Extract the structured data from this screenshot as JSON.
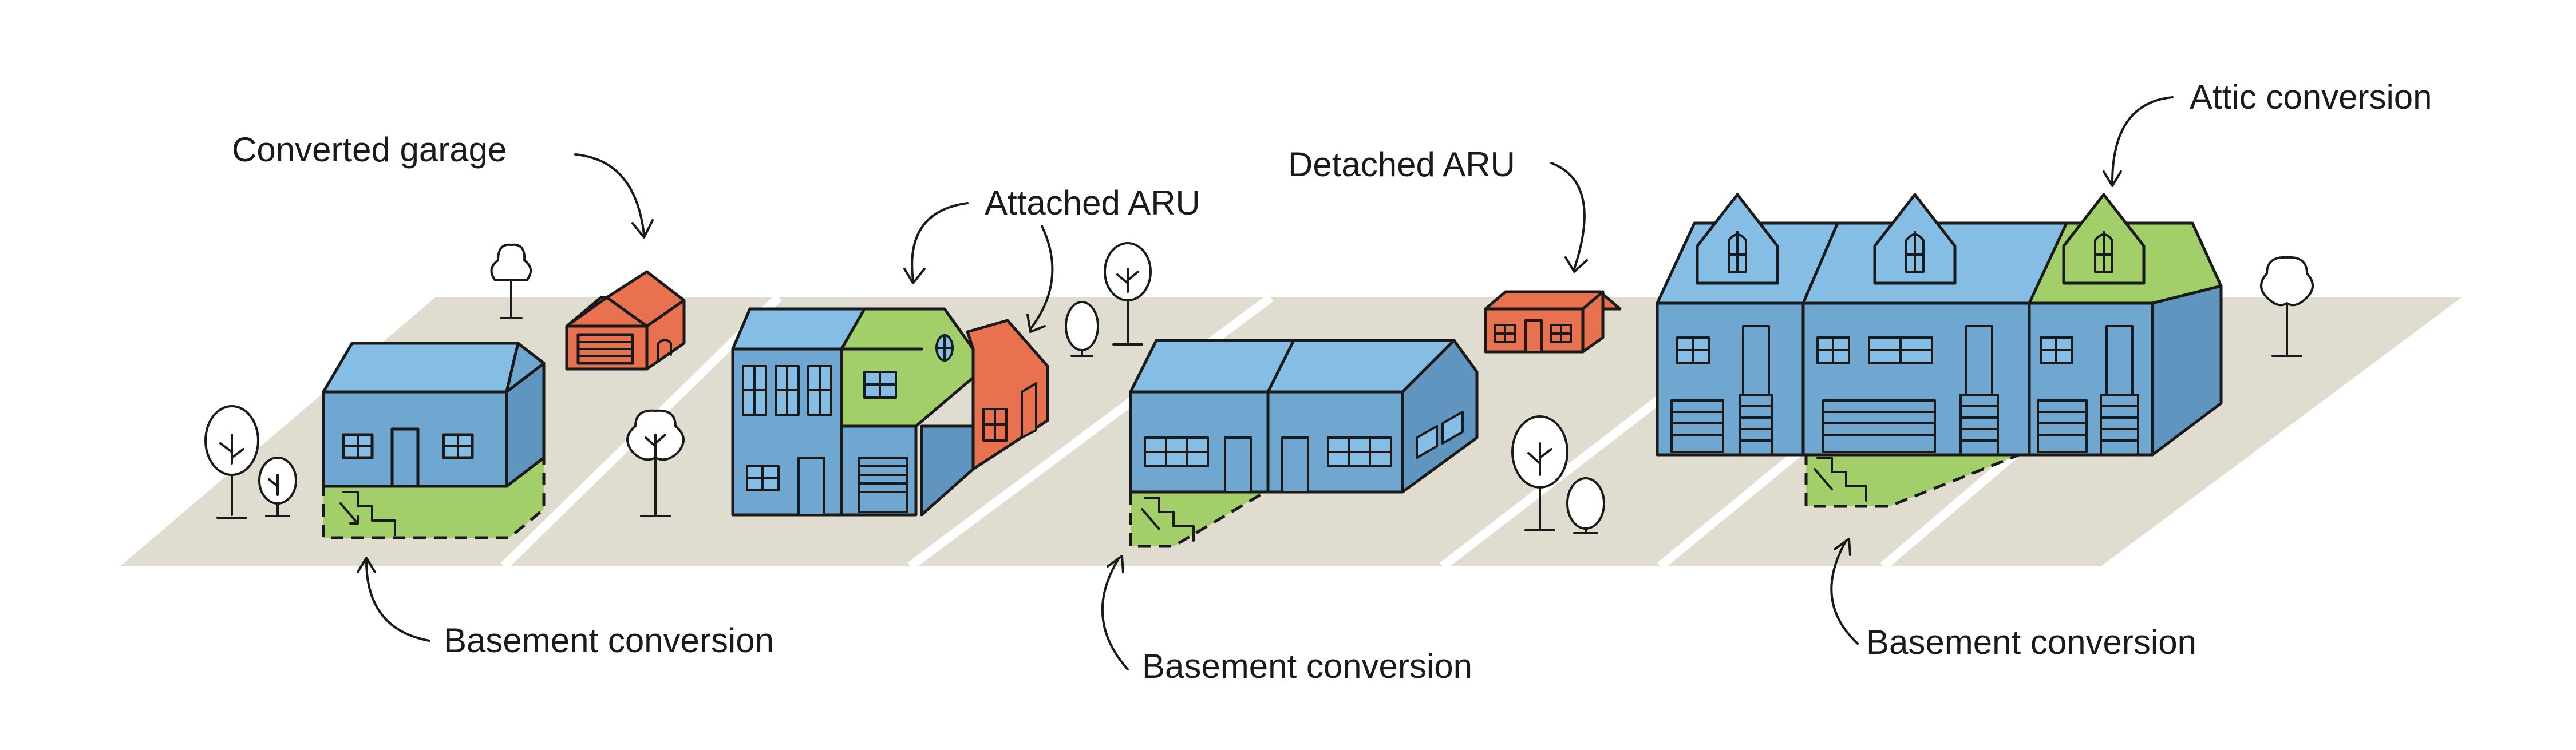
{
  "labels": {
    "converted_garage": "Converted garage",
    "attached_aru": "Attached ARU",
    "detached_aru": "Detached ARU",
    "attic_conversion": "Attic conversion",
    "basement_conversion_1": "Basement conversion",
    "basement_conversion_2": "Basement conversion",
    "basement_conversion_3": "Basement conversion"
  },
  "colors": {
    "existing_house": "#6fa7d0",
    "existing_house_roof": "#86bde4",
    "conversion_green": "#a3cf6a",
    "new_structure_orange": "#e8714f",
    "ground": "#e0dccf",
    "outline": "#1a1a1a"
  },
  "icons": [
    "tree-icon",
    "curved-arrow-icon",
    "window-icon",
    "door-icon",
    "stairs-icon",
    "garage-door-icon"
  ]
}
